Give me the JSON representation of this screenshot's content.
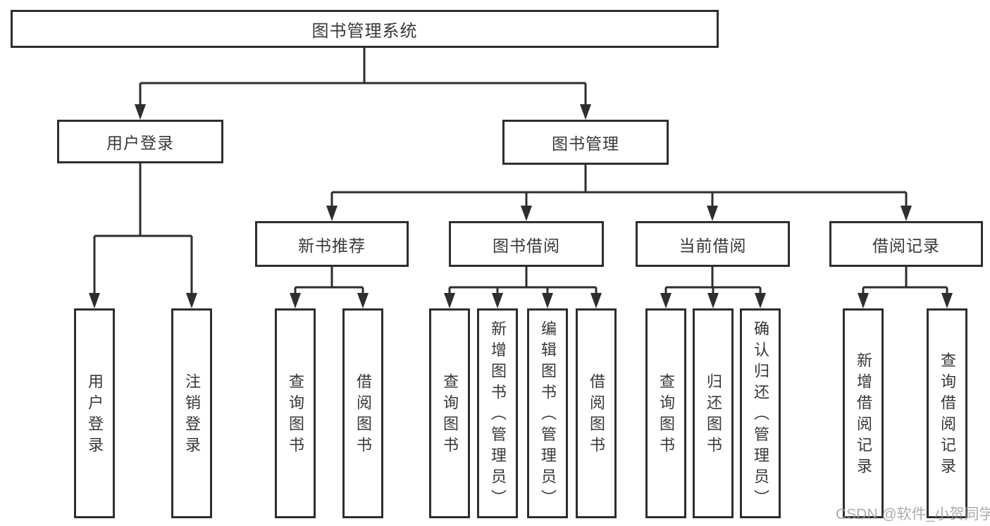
{
  "diagram": {
    "title": "图书管理系统",
    "watermark": "CSDN @软件_小贺同学",
    "colors": {
      "background": "#ffffff",
      "box_border": "#2e2e2e",
      "box_fill": "#ffffff",
      "line": "#2e2e2e",
      "text": "#383838",
      "watermark": "#9a9a9a"
    },
    "root": {
      "label": "图书管理系统"
    },
    "level2": [
      {
        "label": "用户登录"
      },
      {
        "label": "图书管理"
      }
    ],
    "level3": [
      {
        "label": "新书推荐"
      },
      {
        "label": "图书借阅"
      },
      {
        "label": "当前借阅"
      },
      {
        "label": "借阅记录"
      }
    ],
    "leaves": {
      "user_login": [
        "用户登录",
        "注销登录"
      ],
      "new_book": [
        "查询图书",
        "借阅图书"
      ],
      "book_borrow": [
        "查询图书",
        "新增图书（管理员）",
        "编辑图书（管理员）",
        "借阅图书"
      ],
      "current_borrow": [
        "查询图书",
        "归还图书",
        "确认归还（管理员）"
      ],
      "borrow_record": [
        "新增借阅记录",
        "查询借阅记录"
      ]
    }
  }
}
